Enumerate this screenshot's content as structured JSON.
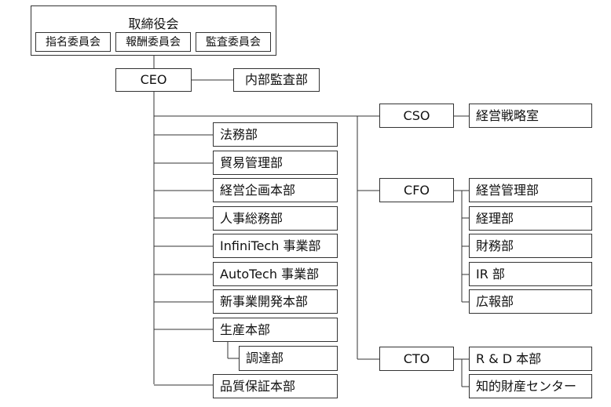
{
  "board": {
    "title": "取締役会",
    "committees": [
      "指名委員会",
      "報酬委員会",
      "監査委員会"
    ]
  },
  "ceo": "CEO",
  "internal_audit": "内部監査部",
  "departments": [
    "法務部",
    "貿易管理部",
    "経営企画本部",
    "人事総務部",
    "InfiniTech 事業部",
    "AutoTech 事業部",
    "新事業開発本部",
    "生産本部"
  ],
  "procurement": "調達部",
  "quality": "品質保証本部",
  "cso": {
    "label": "CSO",
    "units": [
      "経営戦略室"
    ]
  },
  "cfo": {
    "label": "CFO",
    "units": [
      "経営管理部",
      "経理部",
      "財務部",
      "IR 部",
      "広報部"
    ]
  },
  "cto": {
    "label": "CTO",
    "units": [
      "R & D 本部",
      "知的財産センター"
    ]
  }
}
